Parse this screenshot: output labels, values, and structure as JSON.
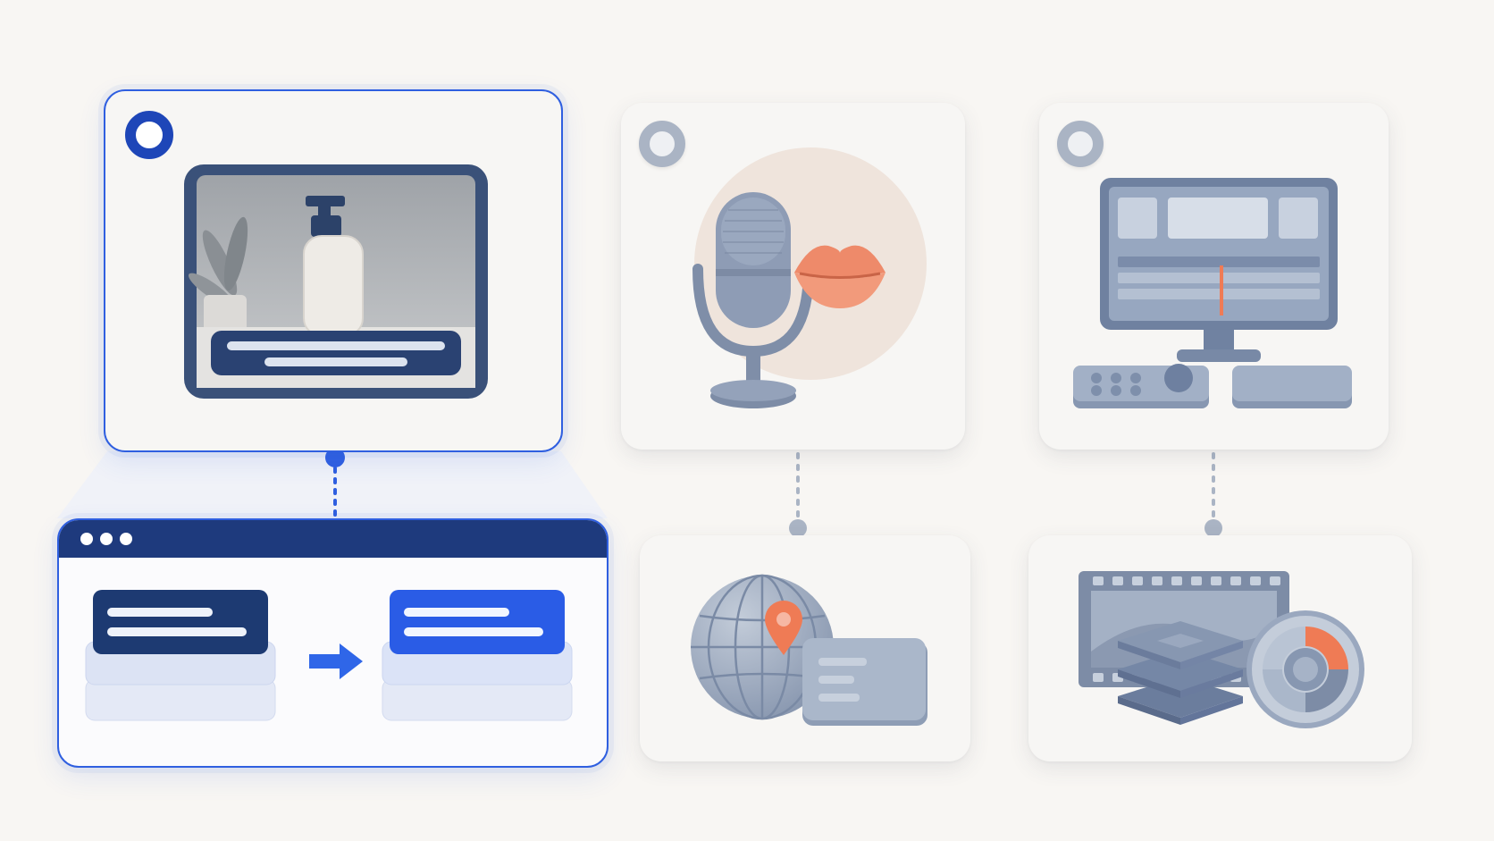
{
  "steps": [
    {
      "id": "product-video",
      "state": "selected"
    },
    {
      "id": "voiceover-lipsync",
      "state": "unselected"
    },
    {
      "id": "video-editor",
      "state": "unselected"
    }
  ],
  "substeps": [
    {
      "id": "text-replace-browser",
      "highlighted": true,
      "window_dots": 3
    },
    {
      "id": "geo-localization",
      "highlighted": false
    },
    {
      "id": "video-layers",
      "highlighted": false
    }
  ],
  "colors": {
    "accent": "#2f5fe0",
    "navy": "#1e3a75",
    "slate": "#7f90ab",
    "coral": "#ef7b55",
    "background": "#f8f6f3"
  },
  "icons": [
    "product-bottle-icon",
    "microphone-icon",
    "lips-icon",
    "monitor-icon",
    "keyboard-icon",
    "globe-icon",
    "location-pin-icon",
    "id-card-icon",
    "film-strip-icon",
    "layers-icon",
    "dial-icon",
    "arrow-right-icon"
  ]
}
